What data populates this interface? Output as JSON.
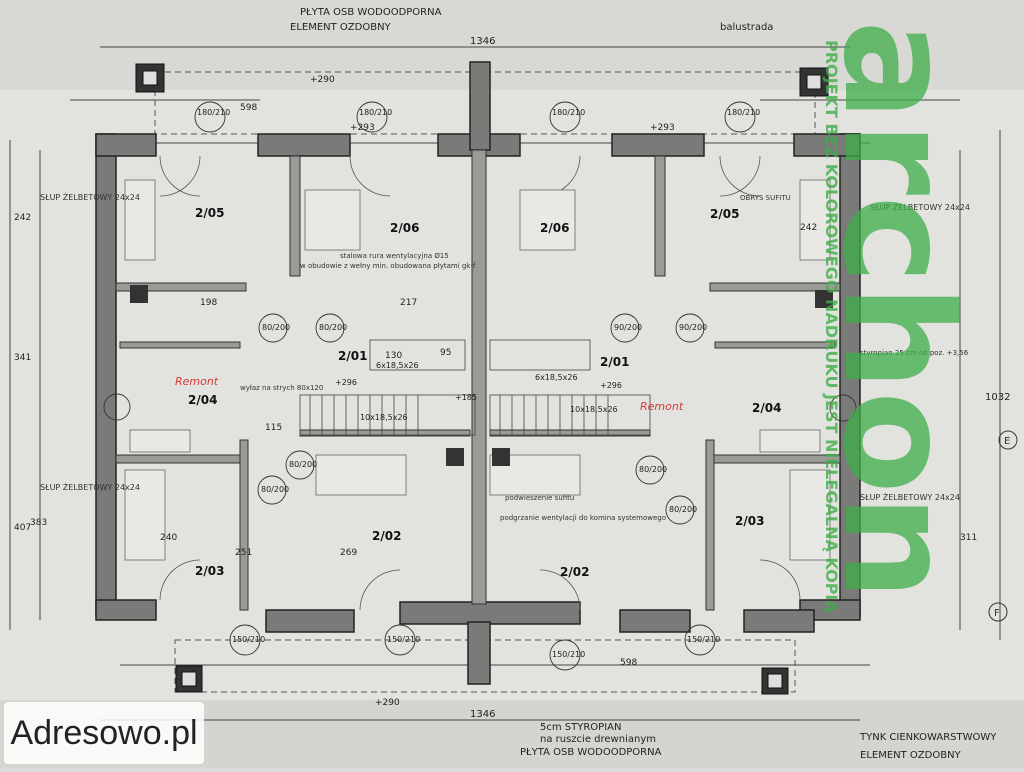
{
  "plan": {
    "top_labels": [
      "ELEMENT OZDOBNY",
      "PŁYTA OSB WODOODPORNA",
      "balustrada"
    ],
    "bottom_labels": [
      "TYNK CIENKOWARSTWOWY",
      "5cm STYROPIAN",
      "na ruszcie drewnianym",
      "PŁYTA OSB WODOODPORNA",
      "ELEMENT OZDOBNY"
    ],
    "overall_dims": [
      "1346",
      "1346",
      "1032"
    ],
    "room_tags": [
      "2/05",
      "2/06",
      "2/06",
      "2/05",
      "2/01",
      "2/01",
      "2/04",
      "2/04",
      "2/02",
      "2/02",
      "2/03",
      "2/03"
    ],
    "door_tags": [
      "180/210",
      "180/210",
      "180/210",
      "180/210",
      "80/200",
      "80/200",
      "90/200",
      "90/200",
      "80/200",
      "80/200",
      "80/200",
      "80/200",
      "150/210",
      "150/210",
      "150/210",
      "150/210"
    ],
    "column_labels": [
      "SŁUP ŻELBETOWY 24x24",
      "SŁUP ŻELBETOWY 24x24",
      "SŁUP ŻELBETOWY 24x24",
      "SŁUP ŻELBETOWY 24x24"
    ],
    "dims": [
      "598",
      "598",
      "+293",
      "+293",
      "+290",
      "+290",
      "242",
      "242",
      "341",
      "383",
      "407",
      "311",
      "251",
      "240",
      "269",
      "198",
      "217",
      "130",
      "95",
      "115"
    ],
    "stair_labels": [
      "6x18,5x26",
      "6x18,5x26",
      "10x18,5x26",
      "10x18,5x26",
      "+185",
      "+296",
      "+296"
    ],
    "notes": [
      "stalowa rura wentylacyjna Ø15",
      "w obudowie z wełny min. obudowana płytami gk-f",
      "podgrzanie wentylacji do komina systemowego",
      "podwieszenie sufitu",
      "OBRYS SUFITU",
      "styropian 25 cm od poz. +3,56",
      "wyłaz na strych 80x120"
    ],
    "axis_marks": [
      "E",
      "F"
    ],
    "red_marks": [
      "Remont",
      "Remont"
    ]
  },
  "watermark": {
    "brand": "archon",
    "note": "PROJEKT BEZ KOLOROWEGO NADRUKU JEST NIELEGALNĄ KOPIĄ",
    "color": "#3fae49"
  },
  "badge": {
    "text": "Adresowo.pl"
  }
}
